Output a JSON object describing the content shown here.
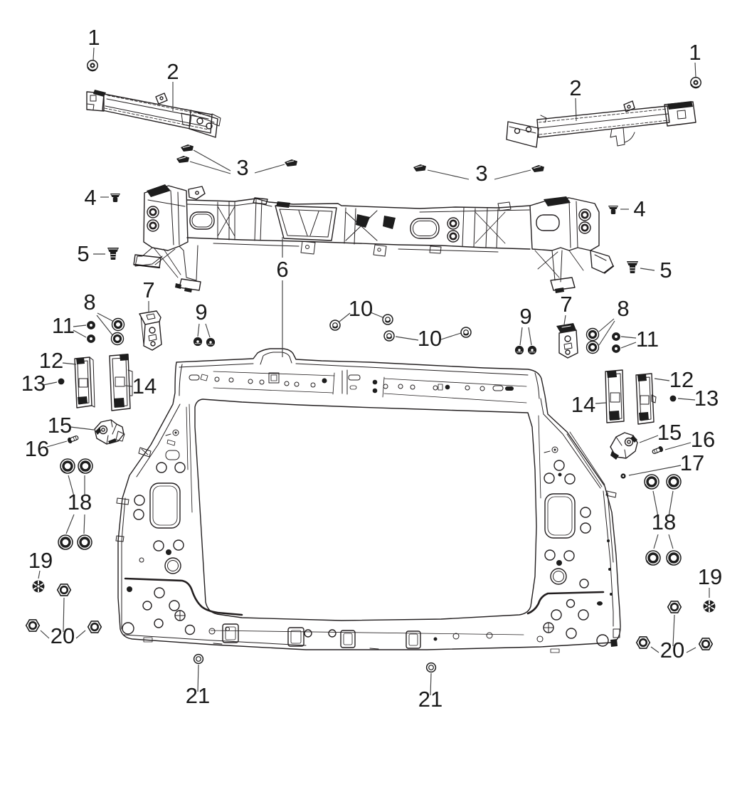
{
  "figure": {
    "kind": "exploded-parts-diagram",
    "subject": "radiator support panel assembly",
    "colors": {
      "background": "#ffffff",
      "line_art": "#231f20",
      "leader_line": "#404040",
      "label_text": "#1a1a1a"
    }
  },
  "callouts": {
    "n1_left": {
      "label": "1"
    },
    "n1_right": {
      "label": "1"
    },
    "n2_left": {
      "label": "2"
    },
    "n2_right": {
      "label": "2"
    },
    "n3_left": {
      "label": "3"
    },
    "n3_right": {
      "label": "3"
    },
    "n4_left": {
      "label": "4"
    },
    "n4_right": {
      "label": "4"
    },
    "n5_left": {
      "label": "5"
    },
    "n5_right": {
      "label": "5"
    },
    "n6": {
      "label": "6"
    },
    "n7_left": {
      "label": "7"
    },
    "n7_right": {
      "label": "7"
    },
    "n8_left": {
      "label": "8"
    },
    "n8_right": {
      "label": "8"
    },
    "n9_left": {
      "label": "9"
    },
    "n9_right": {
      "label": "9"
    },
    "n10_a": {
      "label": "10"
    },
    "n10_b": {
      "label": "10"
    },
    "n11_left": {
      "label": "11"
    },
    "n11_right": {
      "label": "11"
    },
    "n12_left": {
      "label": "12"
    },
    "n12_right": {
      "label": "12"
    },
    "n13_left": {
      "label": "13"
    },
    "n13_right": {
      "label": "13"
    },
    "n14_left": {
      "label": "14"
    },
    "n14_right": {
      "label": "14"
    },
    "n15_left": {
      "label": "15"
    },
    "n15_right": {
      "label": "15"
    },
    "n16_left": {
      "label": "16"
    },
    "n16_right": {
      "label": "16"
    },
    "n17": {
      "label": "17"
    },
    "n18_left": {
      "label": "18"
    },
    "n18_right": {
      "label": "18"
    },
    "n19_left": {
      "label": "19"
    },
    "n19_right": {
      "label": "19"
    },
    "n20_left": {
      "label": "20"
    },
    "n20_right": {
      "label": "20"
    },
    "n21_left": {
      "label": "21"
    },
    "n21_right": {
      "label": "21"
    }
  }
}
